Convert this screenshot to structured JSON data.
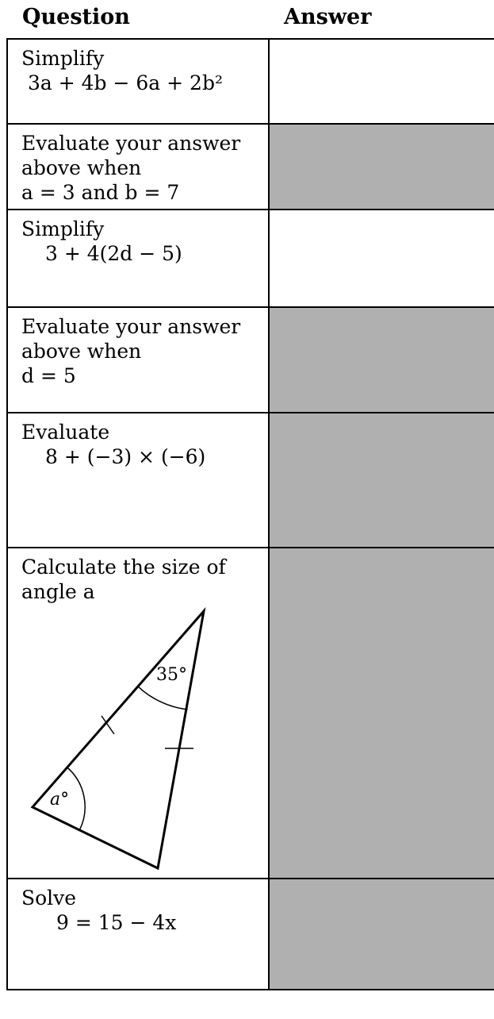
{
  "header": {
    "question": "Question",
    "answer": "Answer"
  },
  "rows": [
    {
      "text": "Simplify",
      "math": "3a + 4b − 6a + 2b²",
      "shaded": false
    },
    {
      "text": "Evaluate your answer above when",
      "math": "a = 3 and b = 7",
      "shaded": true
    },
    {
      "text": "Simplify",
      "math": "3 + 4(2d − 5)",
      "shaded": false
    },
    {
      "text": "Evaluate your answer above when",
      "math": "d = 5",
      "shaded": true
    },
    {
      "text": "Evaluate",
      "math": "8 + (−3) × (−6)",
      "shaded": true
    },
    {
      "text": "Calculate the size of angle a",
      "shaded": true,
      "diagram": {
        "angle_top_label": "35°",
        "angle_left_label": "a°"
      }
    },
    {
      "text": "Solve",
      "math": "9 = 15 − 4x",
      "shaded": true
    }
  ]
}
